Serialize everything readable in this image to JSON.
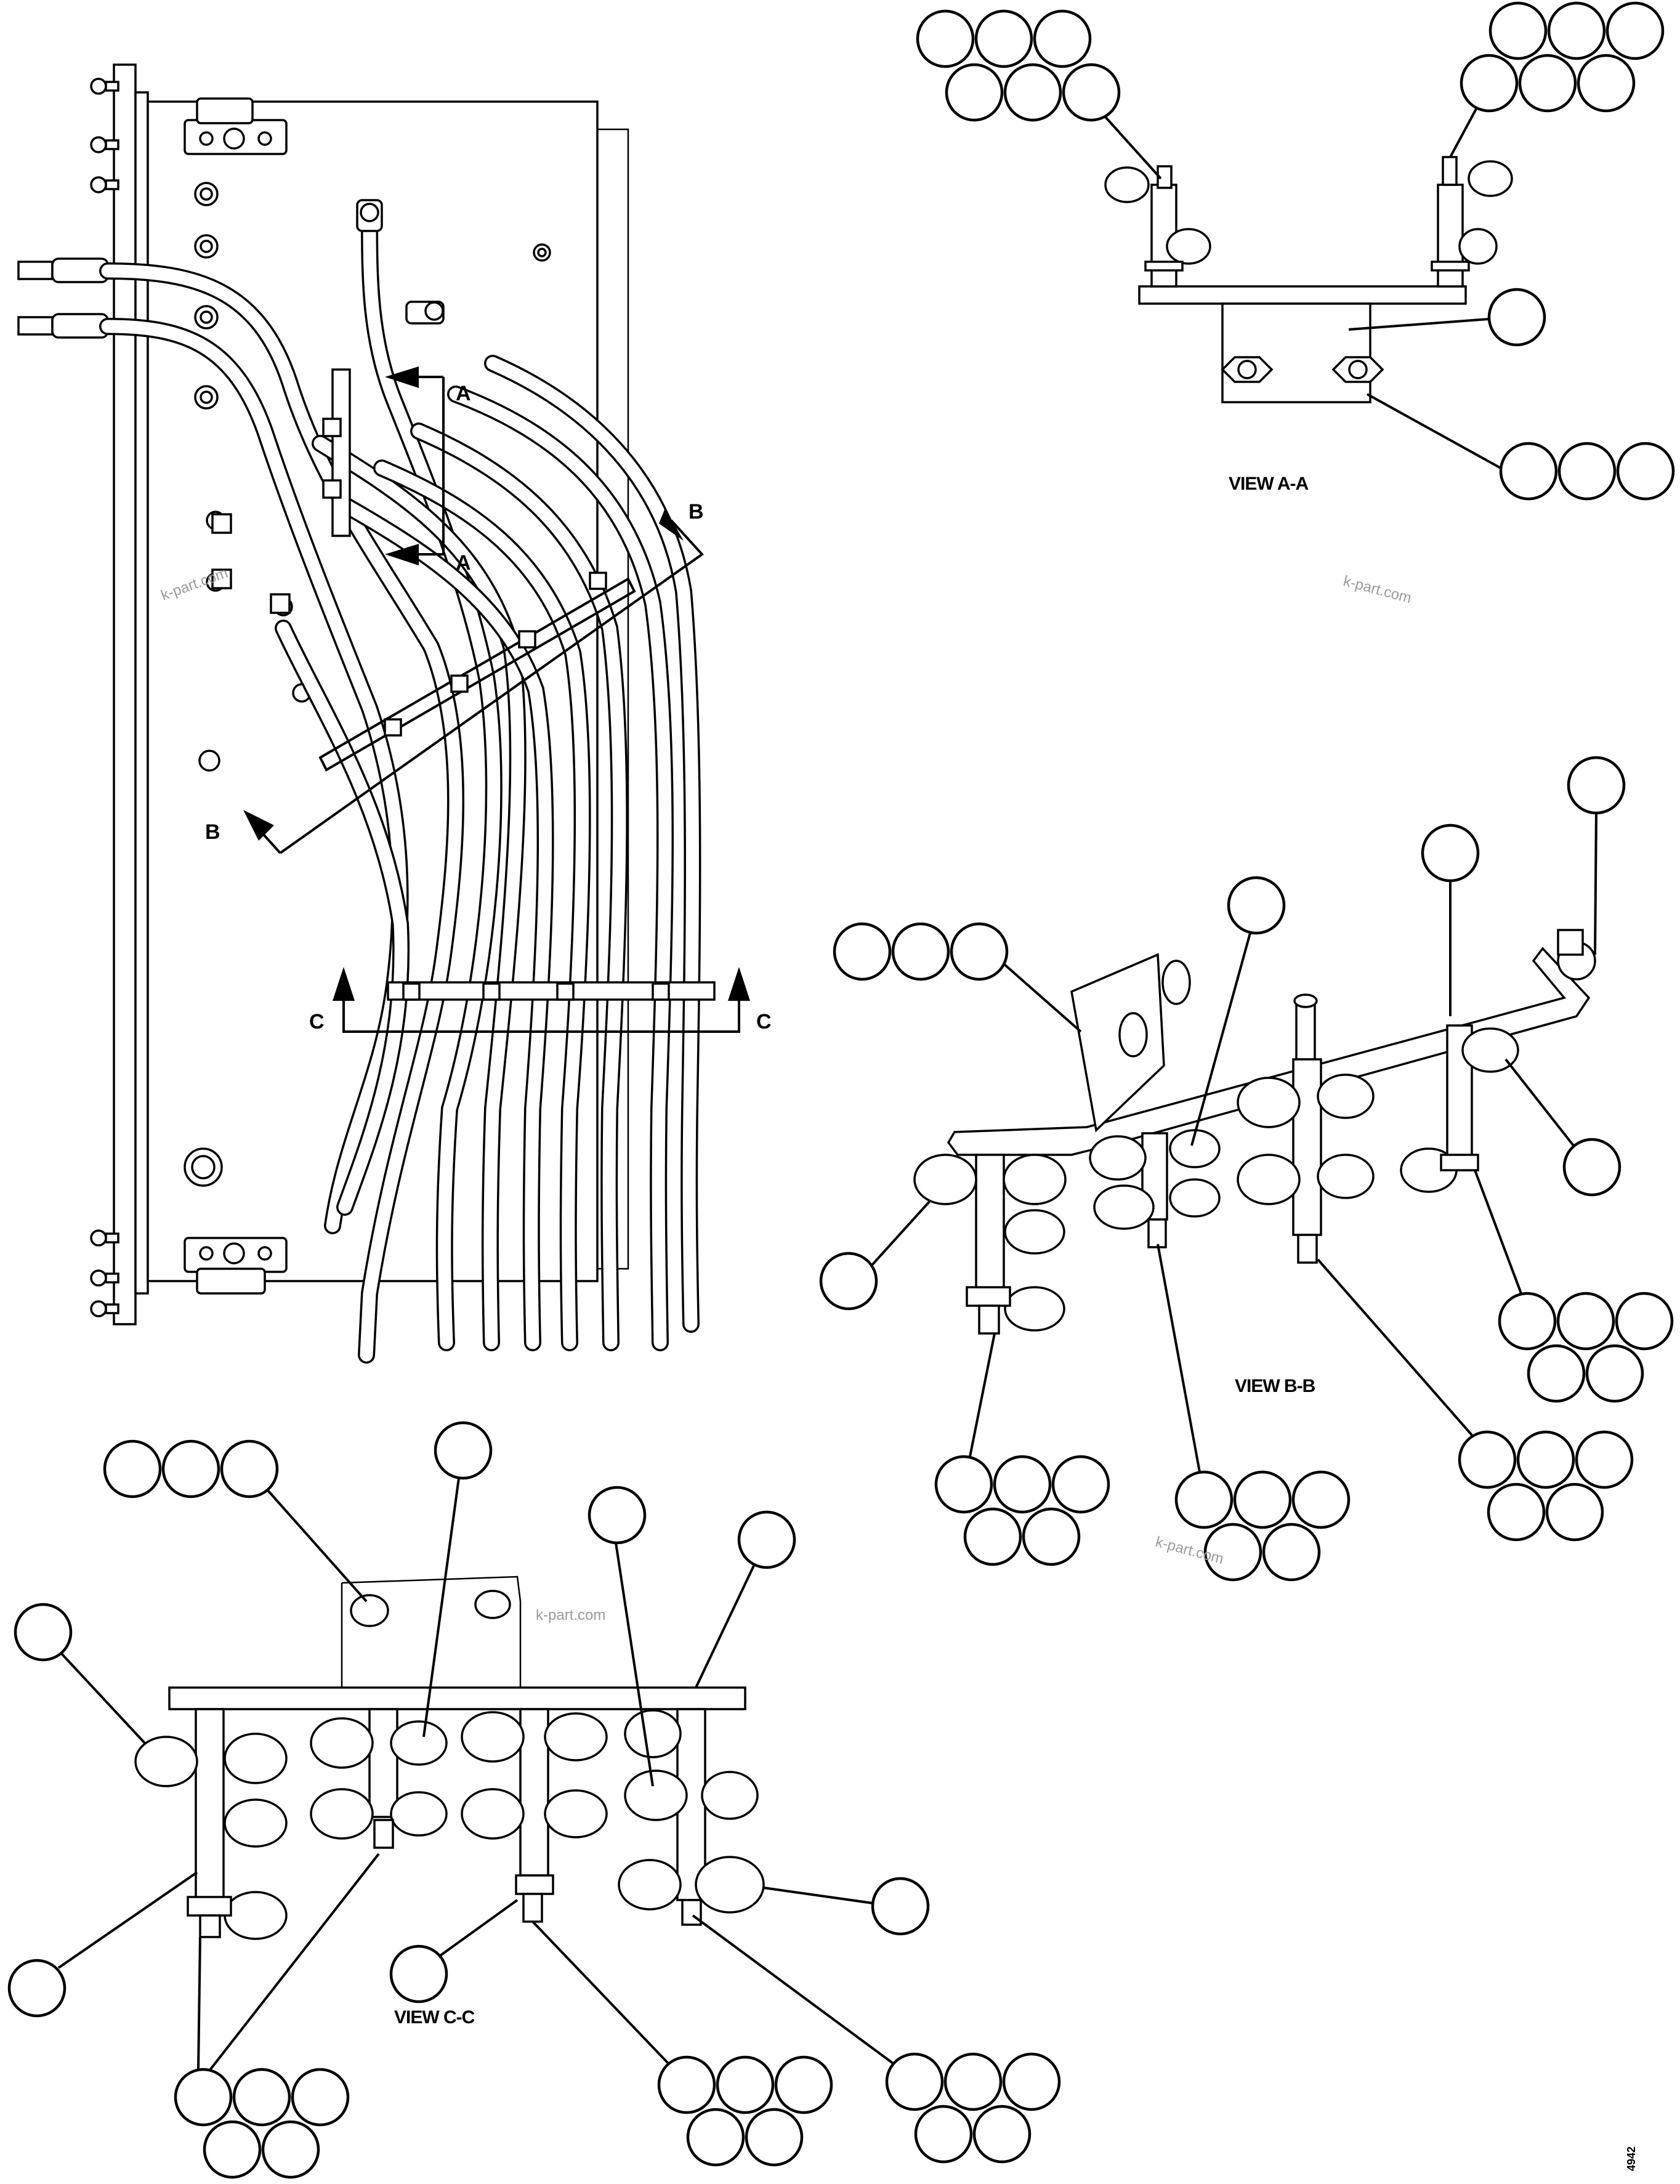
{
  "diagram": {
    "section_markers": {
      "a_top": "A",
      "a_bottom": "A",
      "b_top": "B",
      "b_bottom": "B",
      "c_left": "C",
      "c_right": "C"
    },
    "view_titles": {
      "aa": "VIEW A-A",
      "bb": "VIEW B-B",
      "cc": "VIEW C-C"
    },
    "watermarks": {
      "w1": "k-part.com",
      "w2": "k-part.com",
      "w3": "k-part.com",
      "w4": "k-part.com"
    },
    "drawing_code": "4942"
  }
}
